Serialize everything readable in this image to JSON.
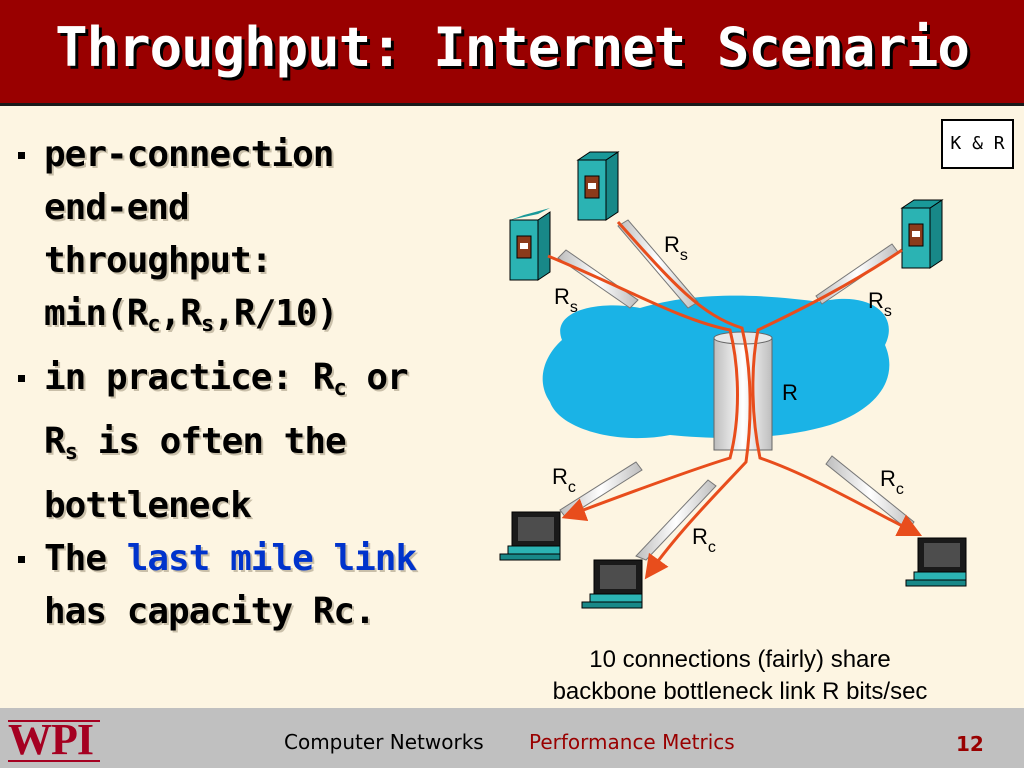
{
  "slide": {
    "title": "Throughput: Internet Scenario",
    "credit": "K & R",
    "bullets": {
      "b1": {
        "text_lines": [
          "per-connection",
          "end-end",
          "throughput:"
        ],
        "formula_prefix": "min(R",
        "sub_c": "c",
        "comma1": ",R",
        "sub_s": "s",
        "formula_suffix": ",R/10)"
      },
      "b2": {
        "line1_prefix": "in practice: R",
        "sub_c": "c",
        "line1_suffix": " or",
        "line2_prefix": "R",
        "sub_s": "s",
        "line2_suffix": " is often the",
        "line3": "bottleneck"
      },
      "b3": {
        "prefix": "The ",
        "highlight": "last mile link",
        "line2": "has capacity Rc."
      }
    },
    "diagram": {
      "label_R": "R",
      "label_rs": {
        "base": "R",
        "sub": "s"
      },
      "label_rc": {
        "base": "R",
        "sub": "c"
      },
      "colors": {
        "cloud": "#1ab3e6",
        "server": "#2bb3b3",
        "link": "#e84d1c"
      }
    },
    "caption": [
      "10 connections (fairly) share",
      "backbone bottleneck link R bits/sec"
    ]
  },
  "footer": {
    "logo": "WPI",
    "course": "Computer Networks",
    "topic": "Performance Metrics",
    "page": "12"
  }
}
